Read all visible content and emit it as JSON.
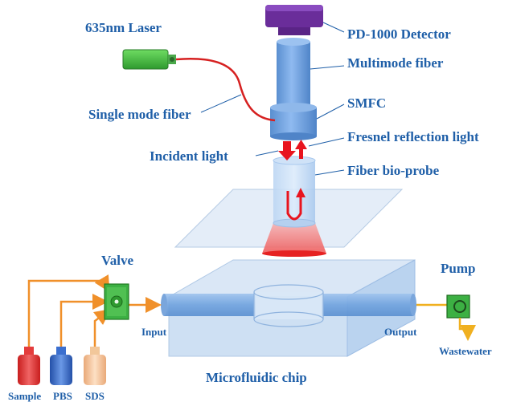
{
  "labels": {
    "laser": "635nm Laser",
    "detector": "PD-1000 Detector",
    "multimode": "Multimode fiber",
    "smfc": "SMFC",
    "single_mode": "Single mode fiber",
    "fresnel": "Fresnel reflection light",
    "incident": "Incident light",
    "probe": "Fiber bio-probe",
    "valve": "Valve",
    "pump": "Pump",
    "input": "Input",
    "output": "Output",
    "wastewater": "Wastewater",
    "chip": "Microfluidic chip",
    "sample": "Sample",
    "pbs": "PBS",
    "sds": "SDS"
  },
  "colors": {
    "label_text": "#1f5fa8",
    "laser": "#3cb043",
    "detector": "#6a2d9a",
    "fiber_blue": "#6aa0dc",
    "red_fiber": "#d62020",
    "light_arrow": "#e8141e",
    "tubing": "#f0902a",
    "sample_bottle": "#e43c3c",
    "pbs_bottle": "#3b6fcf",
    "sds_bottle": "#f2c79a",
    "chip": "#b9d3ee",
    "outlet": "#f0b020"
  }
}
